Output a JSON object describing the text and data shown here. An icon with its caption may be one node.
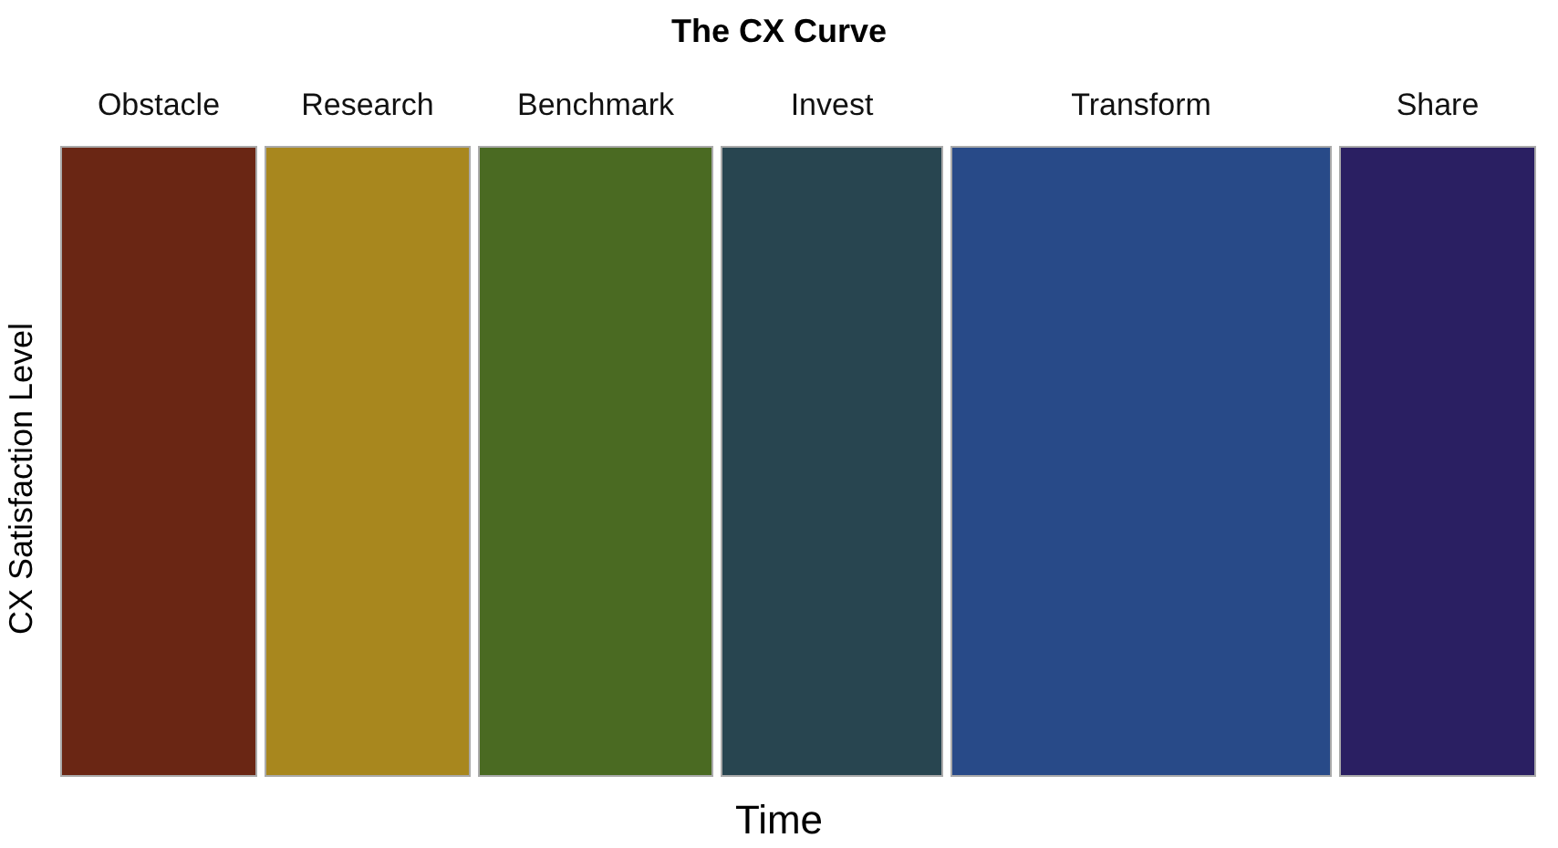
{
  "diagram": {
    "title": "The CX Curve",
    "nodes": [
      {
        "text": [
          "Obstacle"
        ]
      },
      {
        "text": [
          "Research"
        ]
      },
      {
        "text": [
          "Benchmark"
        ]
      },
      {
        "text": [
          "Invest"
        ]
      },
      {
        "text": [
          "Transform"
        ]
      },
      {
        "text": [
          "Share"
        ]
      }
    ],
    "labels": [
      "CX Satisfaction Level",
      "Time"
    ]
  }
}
